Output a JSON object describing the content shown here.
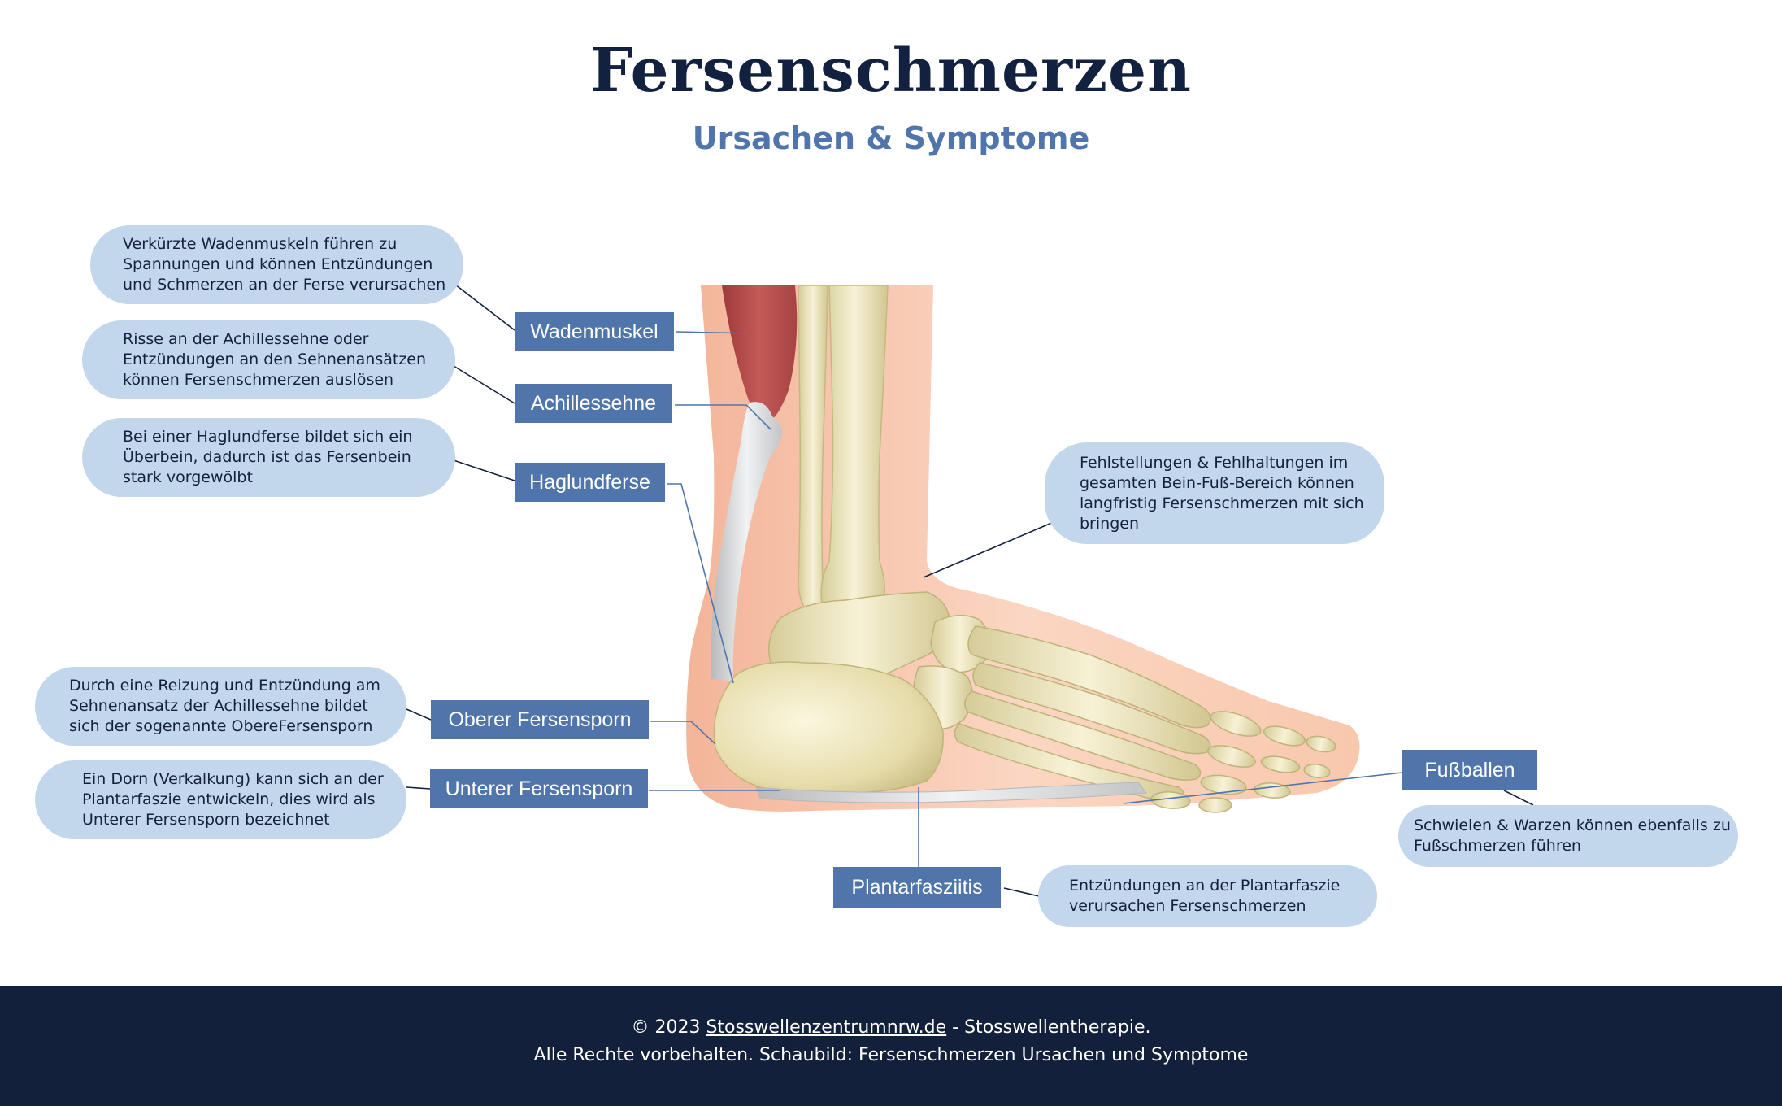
{
  "header": {
    "title": "Fersenschmerzen",
    "subtitle": "Ursachen & Symptome"
  },
  "labels": {
    "wadenmuskel": "Wadenmuskel",
    "achillessehne": "Achillessehne",
    "haglundferse": "Haglundferse",
    "oberer_fersensporn": "Oberer Fersensporn",
    "unterer_fersensporn": "Unterer Fersensporn",
    "plantarfasziitis": "Plantarfasziitis",
    "fussballen": "Fußballen"
  },
  "descriptions": {
    "wadenmuskel": "Verkürzte Wadenmuskeln führen zu\nSpannungen und können Entzündungen\nund Schmerzen an der Ferse verursachen",
    "achillessehne": "Risse an der Achillessehne oder\nEntzündungen an den Sehnenansätzen\nkönnen Fersenschmerzen auslösen",
    "haglundferse": "Bei einer Haglundferse bildet sich ein\nÜberbein, dadurch ist das Fersenbein\nstark vorgewölbt",
    "fehlstellungen": "Fehlstellungen & Fehlhaltungen im\ngesamten Bein-Fuß-Bereich können\nlangfristig Fersenschmerzen mit sich\nbringen",
    "oberer_fersensporn": "Durch eine Reizung und Entzündung am\nSehnenansatz der Achillessehne bildet\nsich der sogenannte ObereFersensporn",
    "unterer_fersensporn": "Ein Dorn (Verkalkung) kann sich an der\nPlantarfaszie entwickeln, dies wird als\nUnterer Fersensporn bezeichnet",
    "plantarfasziitis": "Entzündungen an der Plantarfaszie\nverursachen Fersenschmerzen",
    "fussballen": "Schwielen & Warzen können ebenfalls zu\nFußschmerzen führen"
  },
  "footer": {
    "copyright": "© 2023",
    "site_link": "Stosswellenzentrumnrw.de",
    "site_suffix": " - Stosswellentherapie.",
    "line2": "Alle Rechte vorbehalten.  Schaubild: Fersenschmerzen Ursachen und Symptome"
  },
  "colors": {
    "title": "#12213f",
    "accent": "#4f75ab",
    "bubble": "#c2d6ec",
    "footer": "#13203b",
    "skin": "#f8cdb5",
    "bone": "#e9e1b6",
    "muscle": "#b44a4a",
    "tendon": "#d9dadb"
  }
}
